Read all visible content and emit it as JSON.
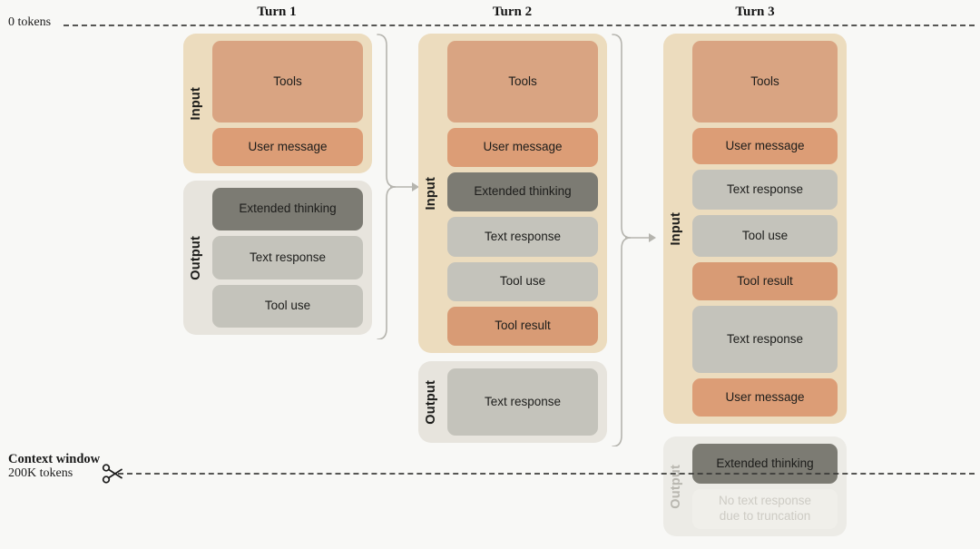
{
  "axis": {
    "top_label": "0 tokens",
    "context_title": "Context window",
    "context_subtitle": "200K tokens",
    "scissors_icon": "scissors-icon"
  },
  "colors": {
    "background": "#f8f8f6",
    "input_group": "#ecdcbe",
    "output_group": "#e7e4dd",
    "tools": "#d9a482",
    "user_message": "#dc9d76",
    "tool_result": "#d89b75",
    "extended_thinking": "#7c7b73",
    "text_response": "#c4c3bb",
    "tool_use": "#c4c3bb",
    "faded_block": "#f0efea",
    "rule": "#3a3a38",
    "connector": "#b5b4ae"
  },
  "labels": {
    "input": "Input",
    "output": "Output"
  },
  "turns": [
    {
      "title": "Turn 1",
      "groups": [
        {
          "kind": "input",
          "label": "Input",
          "blocks": [
            {
              "label": "Tools",
              "type": "tools"
            },
            {
              "label": "User message",
              "type": "user"
            }
          ]
        },
        {
          "kind": "output",
          "label": "Output",
          "blocks": [
            {
              "label": "Extended thinking",
              "type": "thinking"
            },
            {
              "label": "Text response",
              "type": "text"
            },
            {
              "label": "Tool use",
              "type": "tooluse"
            }
          ]
        }
      ]
    },
    {
      "title": "Turn 2",
      "groups": [
        {
          "kind": "input",
          "label": "Input",
          "blocks": [
            {
              "label": "Tools",
              "type": "tools"
            },
            {
              "label": "User message",
              "type": "user"
            },
            {
              "label": "Extended thinking",
              "type": "thinking"
            },
            {
              "label": "Text response",
              "type": "text"
            },
            {
              "label": "Tool use",
              "type": "tooluse"
            },
            {
              "label": "Tool result",
              "type": "toolresult"
            }
          ]
        },
        {
          "kind": "output",
          "label": "Output",
          "blocks": [
            {
              "label": "Text response",
              "type": "text"
            }
          ]
        }
      ]
    },
    {
      "title": "Turn 3",
      "groups": [
        {
          "kind": "input",
          "label": "Input",
          "blocks": [
            {
              "label": "Tools",
              "type": "tools"
            },
            {
              "label": "User message",
              "type": "user"
            },
            {
              "label": "Text response",
              "type": "text"
            },
            {
              "label": "Tool use",
              "type": "tooluse"
            },
            {
              "label": "Tool result",
              "type": "toolresult"
            },
            {
              "label": "Text response",
              "type": "text"
            },
            {
              "label": "User message",
              "type": "user"
            }
          ]
        },
        {
          "kind": "ghost",
          "label": "Output",
          "blocks": [
            {
              "label": "Extended thinking",
              "type": "thinking"
            },
            {
              "label": "No text response\ndue to truncation",
              "type": "faded"
            }
          ]
        }
      ]
    }
  ]
}
